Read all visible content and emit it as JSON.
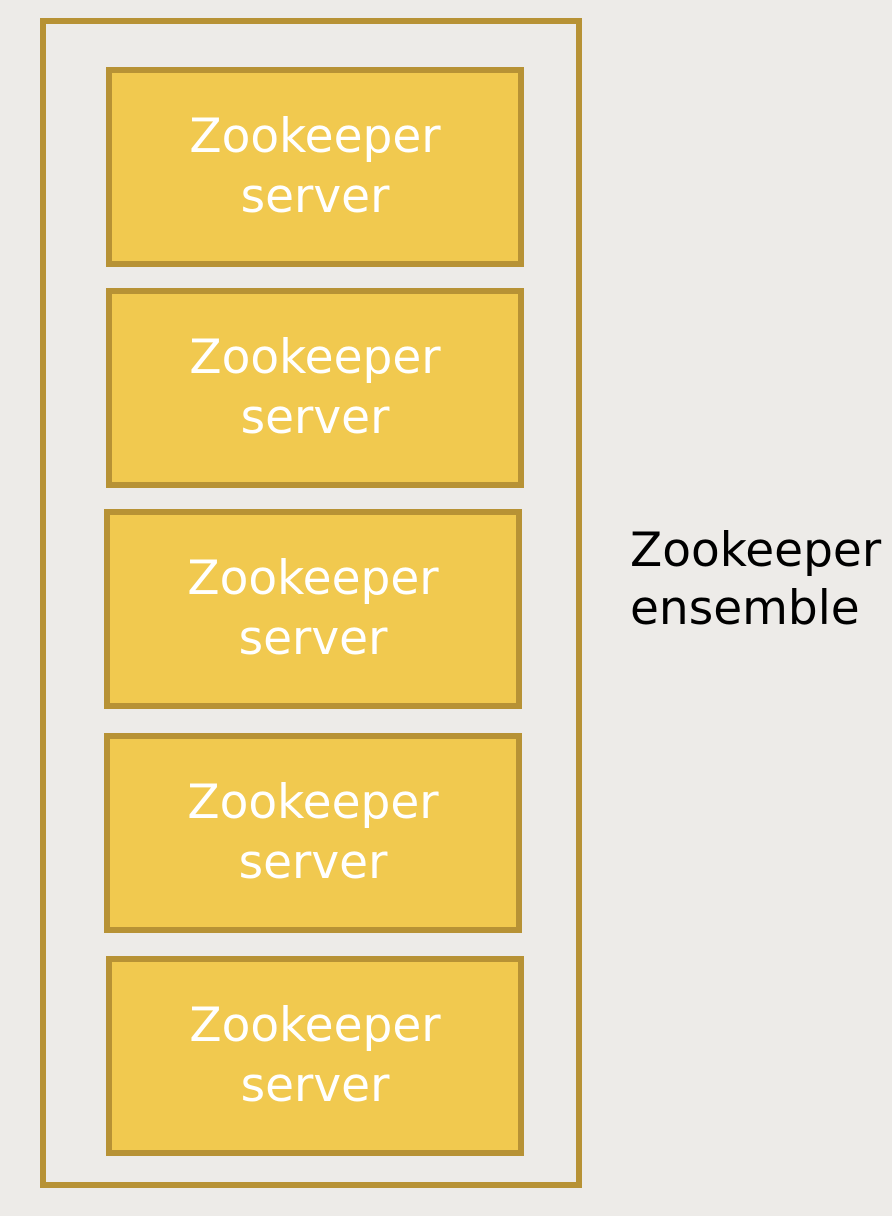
{
  "diagram": {
    "servers": [
      {
        "line1": "Zookeeper",
        "line2": "server"
      },
      {
        "line1": "Zookeeper",
        "line2": "server"
      },
      {
        "line1": "Zookeeper",
        "line2": "server"
      },
      {
        "line1": "Zookeeper",
        "line2": "server"
      },
      {
        "line1": "Zookeeper",
        "line2": "server"
      }
    ],
    "ensemble_label": {
      "line1": "Zookeeper",
      "line2": "ensemble"
    }
  },
  "colors": {
    "background": "#edebe8",
    "box_fill": "#f1c94f",
    "border": "#b79235",
    "box_text": "#ffffff",
    "label_text": "#000000"
  }
}
